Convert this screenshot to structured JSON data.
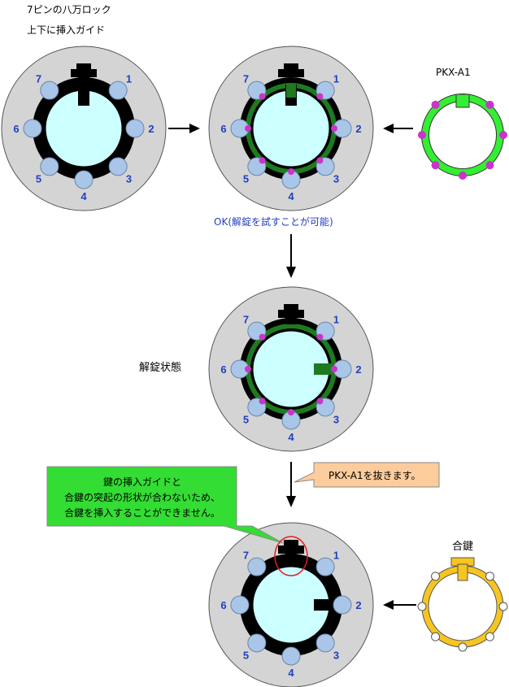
{
  "title": {
    "line1": "7ピンの八万ロック",
    "line2": "上下に挿入ガイド"
  },
  "labels": {
    "pkx": "PKX-A1",
    "ok": "OK(解錠を試すことが可能)",
    "unlocked": "解錠状態",
    "key": "合鍵"
  },
  "pin_numbers": [
    "1",
    "2",
    "3",
    "4",
    "5",
    "6",
    "7"
  ],
  "callouts": {
    "remove": "PKX-A1を抜きます。",
    "note_line1": "鍵の挿入ガイドと",
    "note_line2": "合鍵の突起の形状が合わないため、",
    "note_line3": "合鍵を挿入することができません。"
  },
  "colors": {
    "plate": "#d4d4d4",
    "ring": "#000000",
    "core": "#ccffff",
    "pin": "#a9c6e8",
    "pkx_green": "#33ee33",
    "pkx_pink": "#cc33cc",
    "inserted_green": "#1f7a1f",
    "key_orange": "#f7c520",
    "callout_green": "#33dd33",
    "callout_peach": "#fccc9c",
    "accent_red": "#e02020"
  }
}
